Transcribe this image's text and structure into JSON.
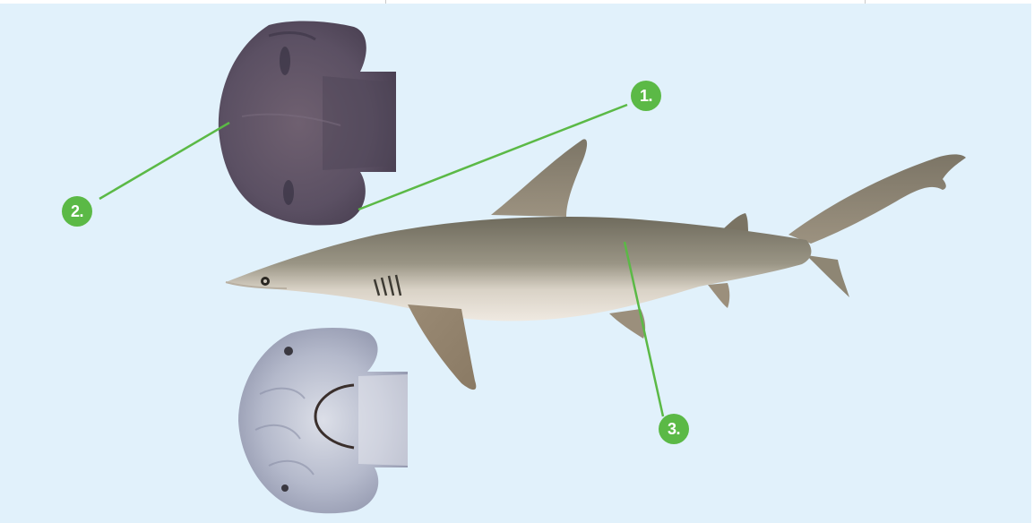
{
  "labels": [
    {
      "id": "1",
      "text": "1."
    },
    {
      "id": "2",
      "text": "2."
    },
    {
      "id": "3",
      "text": "3."
    }
  ],
  "colors": {
    "background": "#e1f1fb",
    "leader_line": "#5bb946",
    "badge_fill": "#5bb946",
    "badge_text": "#ffffff"
  },
  "illustrations": [
    "hammerhead-head-dorsal-view",
    "hammerhead-head-ventral-view",
    "shark-side-view"
  ]
}
